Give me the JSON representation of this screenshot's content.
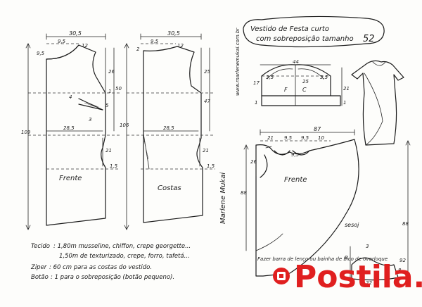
{
  "front_bodice": {
    "label": "Frente",
    "width_top": "30,5",
    "neck_width": "9,5",
    "shoulder": "12",
    "neck_depth": "9,5",
    "armhole_depth": "26",
    "bust_line": "50",
    "dart_width": "4",
    "dart_a": "3",
    "dart_b": "5",
    "side_in": "1",
    "hip_width": "28,5",
    "hip_depth": "21",
    "hem_offset": "1,5",
    "length": "109"
  },
  "back_bodice": {
    "label": "Costas",
    "width_top": "30,5",
    "neck_width": "9,5",
    "shoulder": "12",
    "neck_depth": "2",
    "armhole_depth": "25",
    "bust_line": "47",
    "hip_width": "28,5",
    "hip_depth": "21",
    "hem_offset": "1,5",
    "length": "106"
  },
  "sleeve": {
    "width": "44",
    "cap": "17",
    "cap_left": "3,5",
    "cap_right": "3,5",
    "cap_arc": "25",
    "height": "21",
    "piece_a": "F",
    "piece_b": "C",
    "edge_left": "1",
    "edge_right": "1"
  },
  "drape": {
    "label": "Frente",
    "total": "87",
    "seg1": "21",
    "seg2": "9,5",
    "seg3": "9,5",
    "seg4": "10",
    "neck_depth": "26",
    "bottom_arc": "9,5",
    "left_height": "88",
    "right_height": "88",
    "fold": "22",
    "hem_note": "Fazer barra de lenço ou bainha de bico de overloque",
    "small1": "8",
    "small2": "3",
    "small3": "92",
    "small4": "8"
  },
  "side_labels": {
    "website": "www.marlenemukai.com.br",
    "signature": "Marlene Mukai",
    "hidden": "sesoj"
  },
  "title": {
    "line1": "Vestido de Festa curto",
    "line2": "com sobreposição tamanho",
    "size": "52"
  },
  "notes": {
    "fabric_label": "Tecido",
    "fabric_line1": ": 1,80m  musseline, chiffon, crepe georgette...",
    "fabric_line2": "1,50m de texturizado, crepe, forro, tafetá...",
    "zipper_label": "Ziper",
    "zipper_text": ": 60 cm  para as costas do vestido.",
    "button_label": "Botão",
    "button_text": ": 1  para o sobreposição (botão pequeno)."
  },
  "watermark": {
    "text": "Postila.ru"
  }
}
